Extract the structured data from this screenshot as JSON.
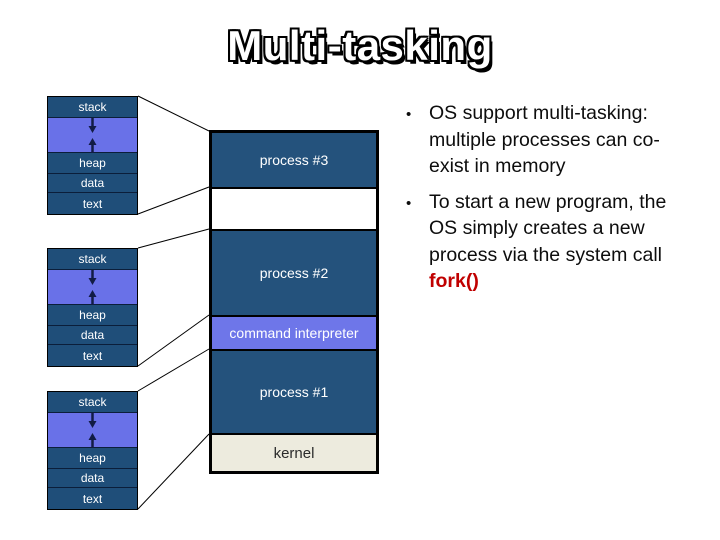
{
  "slide": {
    "title": "Multi-tasking",
    "background": "#FFFFFF"
  },
  "colors": {
    "diagram_blue": "#1F4E79",
    "region_blue": "#24527C",
    "periwinkle": "#6E76E9",
    "kernel_bg": "#EDEBDE",
    "fork_red": "#C00000",
    "body_text": "#0D0D0D",
    "title_fill": "#FFFFFF",
    "outline": "#000000"
  },
  "process_layout": {
    "segments": [
      "stack",
      "heap",
      "data",
      "text"
    ],
    "arrow_icons": [
      "stack-grow-down-arrow",
      "heap-grow-up-arrow"
    ]
  },
  "memory_map": {
    "regions": [
      {
        "label": "process #3",
        "type": "process"
      },
      {
        "label": "",
        "type": "free"
      },
      {
        "label": "process #2",
        "type": "process"
      },
      {
        "label": "command interpreter",
        "type": "interpreter"
      },
      {
        "label": "process #1",
        "type": "process"
      },
      {
        "label": "kernel",
        "type": "kernel"
      }
    ]
  },
  "bullets": {
    "bullet_char": "•",
    "items": [
      {
        "lines": [
          "OS support multi-tasking:",
          "multiple processes can co-",
          "exist in memory"
        ]
      },
      {
        "lines": [
          "To start a new program, the",
          "OS simply creates a new",
          "process via the system call"
        ],
        "fork_label": "fork()"
      }
    ]
  }
}
